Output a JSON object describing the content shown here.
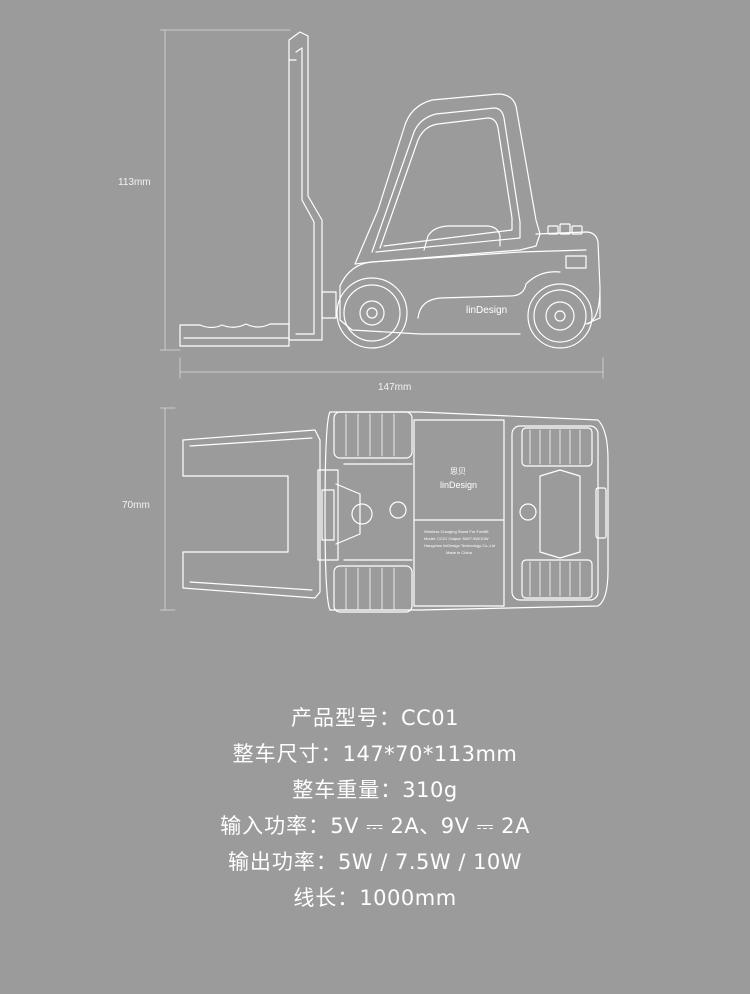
{
  "dimensions": {
    "height": "113mm",
    "length": "147mm",
    "width": "70mm"
  },
  "side_view": {
    "brand": "linDesign"
  },
  "top_view": {
    "brand_cn": "思贝",
    "brand": "linDesign",
    "label_lines": [
      "Wireless Charging Stand For Forklift",
      "Model: CC01   Output: 5W/7.5W/10W",
      "Hangzhou linDesign Technology Co.,Ltd",
      "Made in China"
    ]
  },
  "specs": [
    {
      "label": "产品型号：",
      "value": "CC01"
    },
    {
      "label": "整车尺寸：",
      "value": "147*70*113mm"
    },
    {
      "label": "整车重量：",
      "value": "310g"
    },
    {
      "label": "输入功率：",
      "value": "5V ⎓ 2A、9V ⎓ 2A"
    },
    {
      "label": "输出功率：",
      "value": "5W / 7.5W / 10W"
    },
    {
      "label": "线长：",
      "value": "1000mm"
    }
  ],
  "colors": {
    "background": "#9b9b9b",
    "line": "#ffffff"
  }
}
